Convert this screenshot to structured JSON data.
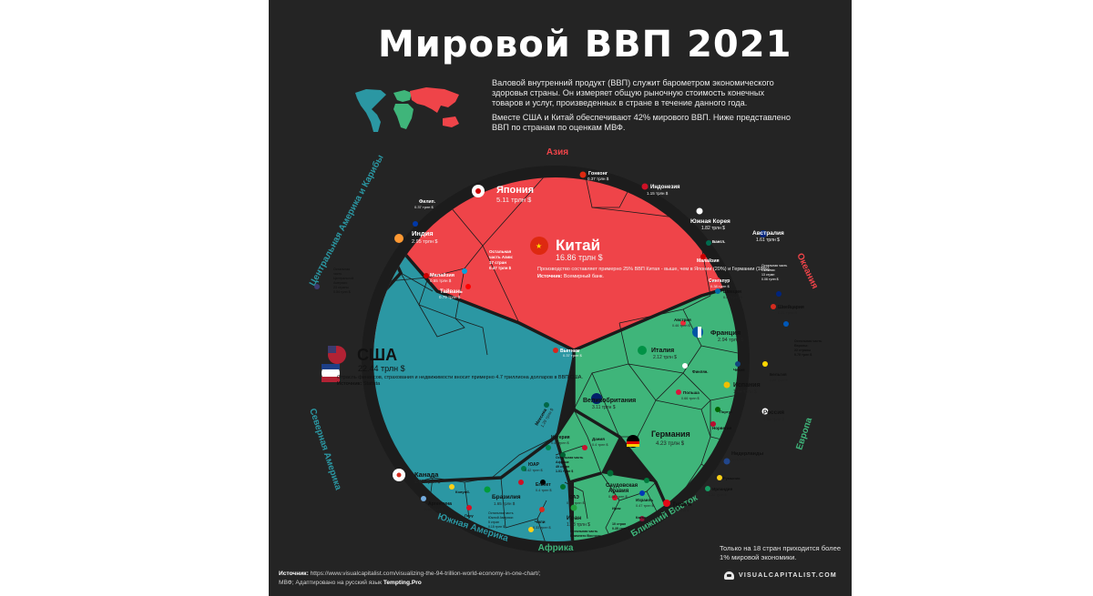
{
  "header": {
    "title": "Мировой ВВП 2021",
    "intro_p1": "Валовой внутренний продукт (ВВП) служит барометром экономического здоровья страны. Он измеряет общую рыночную стоимость конечных товаров и услуг, произведенных в стране в течение данного года.",
    "intro_p2": "Вместе США и Китай обеспечивают 42% мирового ВВП. Ниже представлено ВВП по странам по оценкам МВФ."
  },
  "colors": {
    "background": "#242424",
    "asia": "#ef4449",
    "america": "#2b97a3",
    "europe": "#3fb57a",
    "africa_mideast": "#3fb57a",
    "border": "#1a1a1a"
  },
  "regions": {
    "asia": "Азия",
    "oceania": "Океания",
    "central_america": "Центральная Америка и Карибы",
    "north_america": "Северная Америка",
    "south_america": "Южная Америка",
    "africa": "Африка",
    "middle_east": "Ближний Восток",
    "europe": "Европа"
  },
  "chart_data": {
    "type": "voronoi-treemap",
    "title": "Мировой ВВП 2021",
    "unit": "трлн $",
    "countries": [
      {
        "name": "США",
        "value": 22.44,
        "region": "Северная Америка"
      },
      {
        "name": "Китай",
        "value": 16.86,
        "region": "Азия"
      },
      {
        "name": "Япония",
        "value": 5.11,
        "region": "Азия"
      },
      {
        "name": "Германия",
        "value": 4.23,
        "region": "Европа"
      },
      {
        "name": "Великобритания",
        "value": 3.11,
        "region": "Европа"
      },
      {
        "name": "Индия",
        "value": 2.95,
        "region": "Азия"
      },
      {
        "name": "Франция",
        "value": 2.94,
        "region": "Европа"
      },
      {
        "name": "Италия",
        "value": 2.12,
        "region": "Европа"
      },
      {
        "name": "Канада",
        "value": 2.02,
        "region": "Северная Америка"
      },
      {
        "name": "Южная Корея",
        "value": 1.82,
        "region": "Азия"
      },
      {
        "name": "Россия",
        "value": 1.65,
        "region": "Европа"
      },
      {
        "name": "Бразилия",
        "value": 1.65,
        "region": "Южная Америка"
      },
      {
        "name": "Австралия",
        "value": 1.61,
        "region": "Океания"
      },
      {
        "name": "Испания",
        "value": 1.44,
        "region": "Европа"
      },
      {
        "name": "Мексика",
        "value": 1.29,
        "region": "Северная Америка"
      },
      {
        "name": "Индонезия",
        "value": 1.15,
        "region": "Азия"
      },
      {
        "name": "Иран",
        "value": 1.08,
        "region": "Ближний Восток"
      },
      {
        "name": "Нидерланды",
        "value": 1.01,
        "region": "Европа"
      },
      {
        "name": "Саудовская Аравия",
        "value": 0.84,
        "region": "Ближний Восток"
      },
      {
        "name": "Швейцария",
        "value": 0.81,
        "region": "Европа"
      },
      {
        "name": "Тайвань",
        "value": 0.79,
        "region": "Азия"
      },
      {
        "name": "Турция",
        "value": 0.8,
        "region": "Ближний Восток"
      },
      {
        "name": "Польша",
        "value": 0.66,
        "region": "Европа"
      },
      {
        "name": "Швеция",
        "value": 0.62,
        "region": "Европа"
      },
      {
        "name": "Бельгия",
        "value": 0.58,
        "region": "Европа"
      },
      {
        "name": "Малайзия",
        "value": 0.55,
        "region": "Азия"
      },
      {
        "name": "Ирландия",
        "value": 0.52,
        "region": "Европа"
      },
      {
        "name": "Нигерия",
        "value": 0.48,
        "region": "Африка"
      },
      {
        "name": "Аргентина",
        "value": 0.46,
        "region": "Южная Америка"
      },
      {
        "name": "Австрия",
        "value": 0.46,
        "region": "Европа"
      },
      {
        "name": "Израиль",
        "value": 0.47,
        "region": "Ближний Восток"
      },
      {
        "name": "ОАЭ",
        "value": 0.41,
        "region": "Ближний Восток"
      },
      {
        "name": "ЮАР",
        "value": 0.42,
        "region": "Африка"
      },
      {
        "name": "Дания",
        "value": 0.4,
        "region": "Европа"
      },
      {
        "name": "Египет",
        "value": 0.4,
        "region": "Африка"
      },
      {
        "name": "Норвегия",
        "value": 0.45,
        "region": "Европа"
      },
      {
        "name": "Гонконг",
        "value": 0.37,
        "region": "Азия"
      },
      {
        "name": "Сингапур",
        "value": 0.38,
        "region": "Азия"
      },
      {
        "name": "Филип.",
        "value": 0.37,
        "region": "Азия"
      },
      {
        "name": "Малайзия (юго-вост.)",
        "value": 0.37,
        "region": "Азия"
      },
      {
        "name": "Вьетнам",
        "value": 0.37,
        "region": "Азия"
      },
      {
        "name": "Бангл.",
        "value": 0.36,
        "region": "Азия"
      },
      {
        "name": "Чехия",
        "value": 0.28,
        "region": "Европа"
      },
      {
        "name": "Финлян.",
        "value": 0.3,
        "region": "Европа"
      },
      {
        "name": "Чили",
        "value": 0.33,
        "region": "Южная Америка"
      },
      {
        "name": "Колумб.",
        "value": 0.3,
        "region": "Южная Америка"
      },
      {
        "name": "Перу",
        "value": 0.22,
        "region": "Южная Америка"
      },
      {
        "name": "Португ.",
        "value": 0.25,
        "region": "Европа"
      },
      {
        "name": "Румыния",
        "value": 0.28,
        "region": "Европа"
      },
      {
        "name": "Ирак",
        "value": 0.2,
        "region": "Ближний Восток"
      },
      {
        "name": "Катар",
        "value": 0.17,
        "region": "Ближний Восток"
      },
      {
        "name": "Остальная часть Азии",
        "value": 0.47,
        "region": "Азия",
        "count": "17 стран"
      },
      {
        "name": "Остальная часть Океании",
        "value": 0.06,
        "region": "Океания",
        "count": "13 стран"
      },
      {
        "name": "Остальная часть Центральной Америки",
        "value": 0.54,
        "region": "Центральная Америка и Карибы",
        "count": "23 страны"
      },
      {
        "name": "Остальная часть Южной Америки",
        "value": 0.15,
        "region": "Южная Америка",
        "count": "5 стран"
      },
      {
        "name": "Остальная часть Африки",
        "value": 1.01,
        "region": "Африка",
        "count": "49 стран"
      },
      {
        "name": "Остальная часть Ближнего Востока",
        "value": 0.35,
        "region": "Ближний Восток",
        "count": "10 стран"
      },
      {
        "name": "Остальная часть Европы",
        "value": 0.75,
        "region": "Европа",
        "count": "22 страны"
      }
    ]
  },
  "labels": {
    "china": {
      "name": "Китай",
      "value": "16.86 трлн $",
      "note": "Производство составляет примерно 25% ВВП Китая - выше, чем в Японии (20%) и Германии (18%).",
      "source_label": "Источник:",
      "source": "Всемирный банк."
    },
    "usa": {
      "name": "США",
      "value": "22.44 трлн $",
      "note": "Отрасль финансов, страхования и недвижимости вносит примерно 4.7 триллиона долларов в ВВП США.",
      "source_label": "Источник:",
      "source": "Statista"
    },
    "japan": {
      "name": "Япония",
      "value": "5.11 трлн $"
    },
    "india": {
      "name": "Индия",
      "value": "2.95 трлн $"
    },
    "korea": {
      "name": "Южная Корея",
      "value": "1.82 трлн $"
    },
    "indonesia": {
      "name": "Индонезия",
      "value": "1.15 трлн $"
    },
    "hongkong": {
      "name": "Гонконг",
      "value": "0.37 трлн $"
    },
    "philippines": {
      "name": "Филип.",
      "value": "0.37 трлн $"
    },
    "malaysia": {
      "name": "Малайзия",
      "value": "0.55 трлн $"
    },
    "taiwan": {
      "name": "Тайвань",
      "value": "0.79 трлн $"
    },
    "rest_asia": {
      "l1": "Остальная",
      "l2": "часть Азии:",
      "l3": "17 стран",
      "l4": "0.47 трлн $"
    },
    "bangl": {
      "name": "Бангл.",
      "value": "0.36 трлн $"
    },
    "malaysia2": {
      "name": "Малайзия",
      "value": "0.37 трлн $"
    },
    "singapore": {
      "name": "Сингапур",
      "value": "0.38 трлн $"
    },
    "vietnam": {
      "name": "Вьетнам",
      "value": "0.37 трлн $"
    },
    "australia": {
      "name": "Австралия",
      "value": "1.61 трлн $"
    },
    "rest_oceania": {
      "l1": "Остальная часть",
      "l2": "Океании:",
      "l3": "13 стран",
      "l4": "0.06 трлн $"
    },
    "nz": {
      "name": "Нов.З.",
      "value": "0.25 трлн $"
    },
    "canada": {
      "name": "Канада",
      "value": "2.02 трлн $"
    },
    "mexico": {
      "name": "Мексика",
      "value": "1.29 трлн $"
    },
    "rest_central": {
      "l1": "Остальная",
      "l2": "часть",
      "l3": "Центральной",
      "l4": "Америки:",
      "l5": "23 страны",
      "l6": "0.54 трлн $"
    },
    "pr": {
      "name": "Пуэрто-Рико",
      "value": "0.1 трлн $"
    },
    "brazil": {
      "name": "Бразилия",
      "value": "1.65 трлн $"
    },
    "argentina": {
      "name": "Аргентина",
      "value": "0.46 трлн $"
    },
    "colombia": {
      "name": "Колумб.",
      "value": "0.3 трлн $"
    },
    "peru": {
      "name": "Перу",
      "value": "0.22 трлн $"
    },
    "chile": {
      "name": "Чили",
      "value": "0.33 трлн $"
    },
    "rest_sa": {
      "l1": "Остальная часть",
      "l2": "Южной Америки:",
      "l3": "5 стран",
      "l4": "0.15 трлн $"
    },
    "uk": {
      "name": "Великобритания",
      "value": "3.11 трлн $"
    },
    "germany": {
      "name": "Германия",
      "value": "4.23 трлн $"
    },
    "france": {
      "name": "Франция",
      "value": "2.94 трлн $"
    },
    "italy": {
      "name": "Италия",
      "value": "2.12 трлн $"
    },
    "spain": {
      "name": "Испания",
      "value": "1.44 трлн $"
    },
    "russia": {
      "name": "Россия",
      "value": "1.65 трлн $"
    },
    "netherlands": {
      "name": "Нидерланды",
      "value": "1.01 трлн $"
    },
    "switzerland": {
      "name": "Швейцария",
      "value": "0.81 трлн $"
    },
    "sweden": {
      "name": "Швеция",
      "value": "0.62 трлн $"
    },
    "austria": {
      "name": "Австрия",
      "value": "0.46 трлн $"
    },
    "poland": {
      "name": "Польша",
      "value": "0.66 трлн $"
    },
    "belgium": {
      "name": "Бельгия",
      "value": "0.58 трлн $"
    },
    "czech": {
      "name": "Чехия",
      "value": "0.28 трлн $"
    },
    "finland": {
      "name": "Финлян.",
      "value": "0.3 трлн $"
    },
    "norway": {
      "name": "Норвегия",
      "value": "0.45 трлн $"
    },
    "portugal": {
      "name": "Португ.",
      "value": "0.25 трлн $"
    },
    "ireland": {
      "name": "Ирландия",
      "value": "0.52 трлн $"
    },
    "romania": {
      "name": "Румыния",
      "value": "0.28 трлн $"
    },
    "denmark": {
      "name": "Дания",
      "value": "0.4 трлн $"
    },
    "rest_europe": {
      "l1": "Остальная часть",
      "l2": "Европы:",
      "l3": "22 страны",
      "l4": "0.75 трлн $"
    },
    "nigeria": {
      "name": "Нигерия",
      "value": "0.48 трлн $"
    },
    "sa": {
      "name": "ЮАР",
      "value": "0.42 трлн $"
    },
    "egypt": {
      "name": "Египет",
      "value": "0.4 трлн $"
    },
    "algeria": {
      "name": "Алжир",
      "value": "0.17 трлн $"
    },
    "rest_africa": {
      "l1": "Остальная часть",
      "l2": "Африки:",
      "l3": "49 стран",
      "l4": "1.01 трлн $"
    },
    "saudi": {
      "name1": "Саудовская",
      "name2": "Аравия",
      "value": "0.84 трлн $"
    },
    "iran": {
      "name": "Иран",
      "value": "1.08 трлн $"
    },
    "uae": {
      "name": "ОАЭ",
      "value": "0.41 трлн $"
    },
    "israel": {
      "name": "Израиль",
      "value": "0.47 трлн $"
    },
    "turkey": {
      "name": "Турция",
      "value": "0.8 трлн $"
    },
    "iraq": {
      "name": "Ирак",
      "value": "0.2 трлн $"
    },
    "qatar": {
      "name": "Катар",
      "value": "0.17 трлн $"
    },
    "rest_me": {
      "l1": "10 стран",
      "l2": "0.35 трлн $",
      "l3": "Остальная часть",
      "l4": "Ближнего Востока:"
    }
  },
  "footer": {
    "note": "Только на 18 стран приходится более 1% мировой экономики.",
    "source_label": "Источник:",
    "source_url": "https://www.visualcapitalist.com/visualizing-the-94-trillion-world-economy-in-one-chart/;",
    "source_line2": "МВФ; Адаптировано на русский язык",
    "adapter": "Tempting.Pro",
    "brand": "VISUALCAPITALIST.COM"
  }
}
